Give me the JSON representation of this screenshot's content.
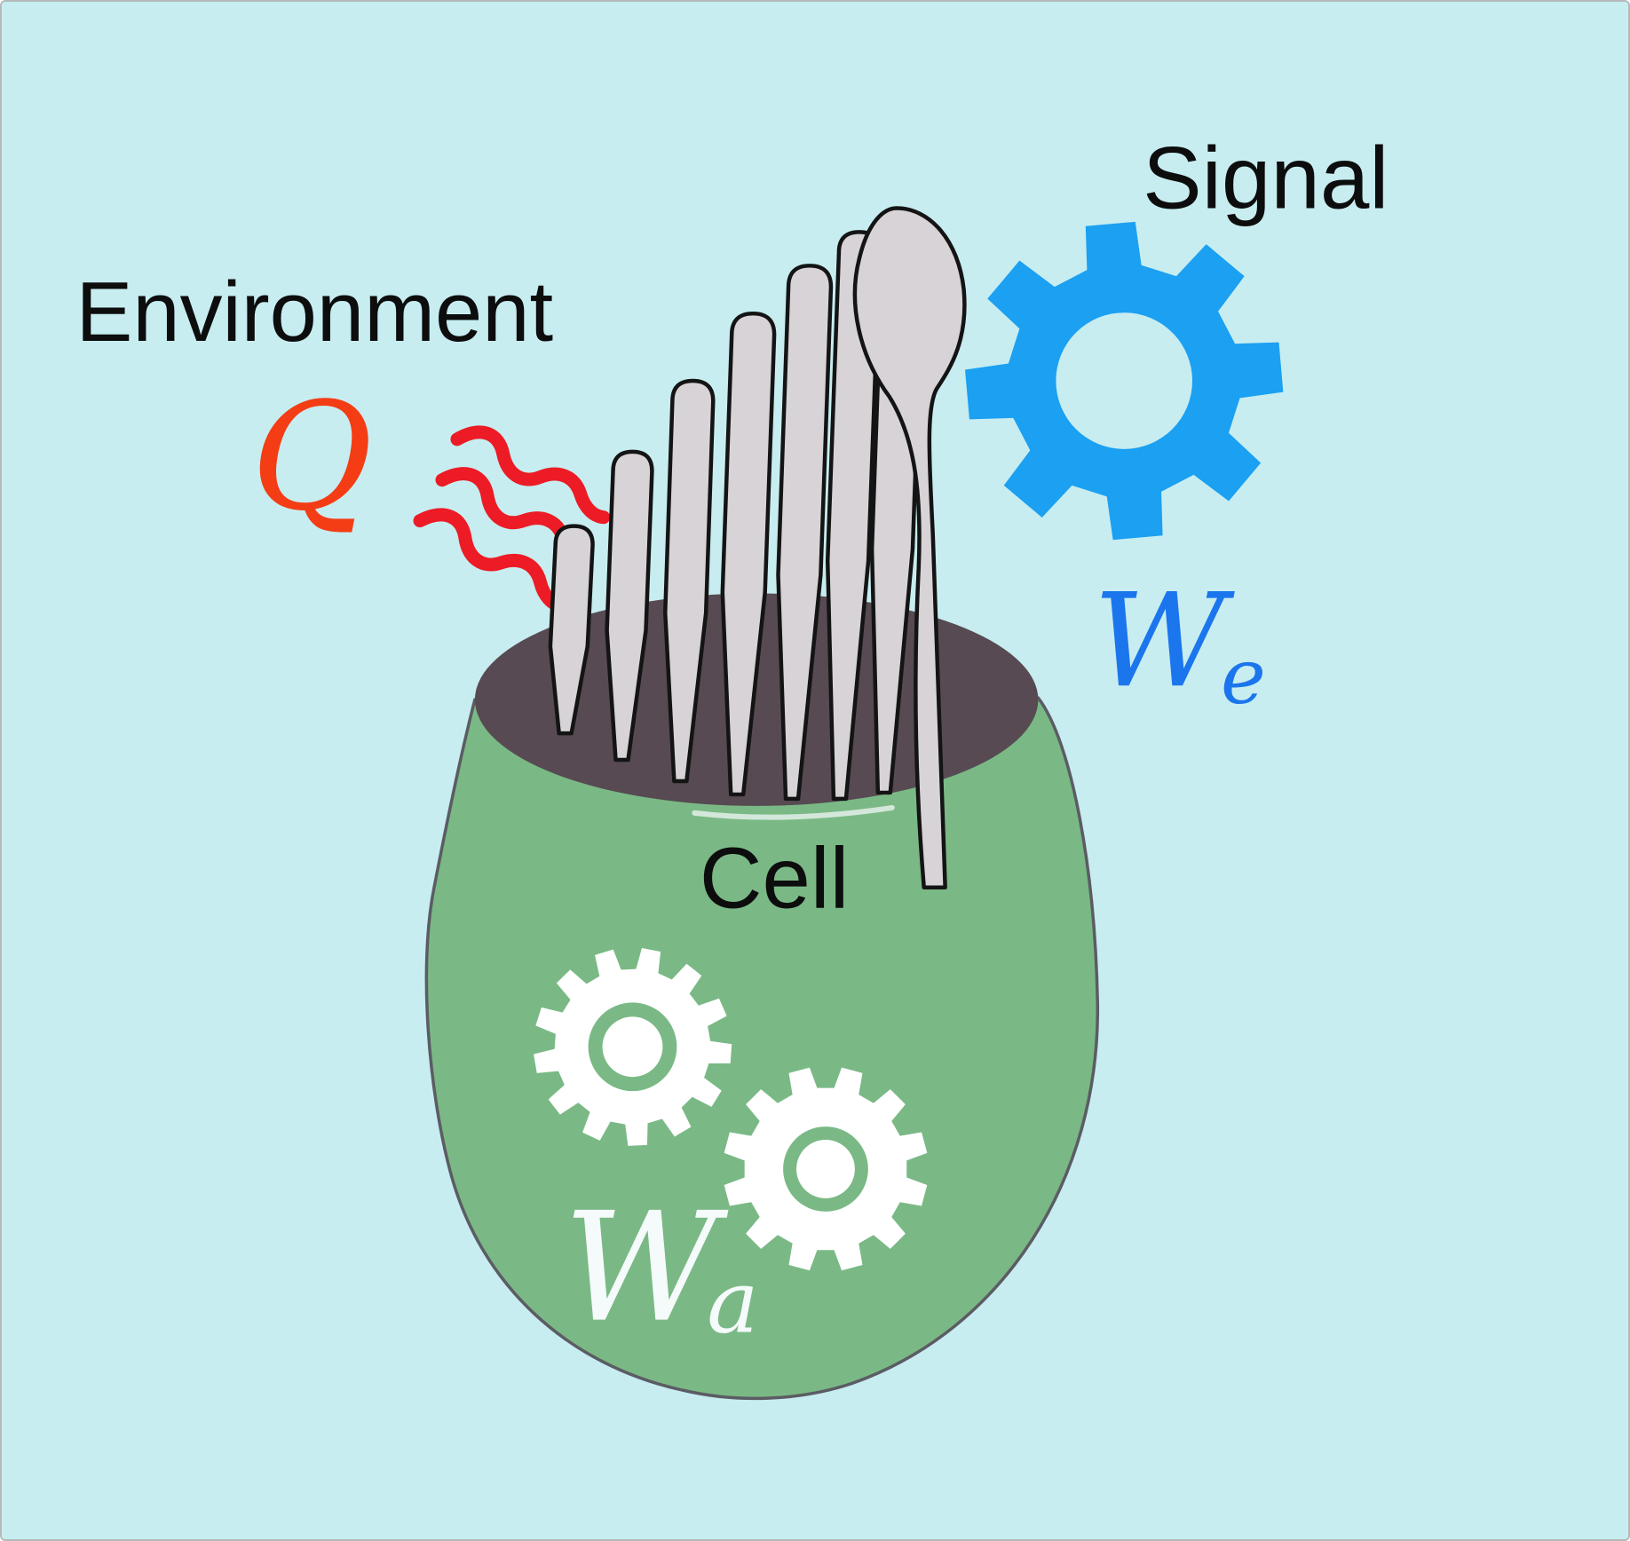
{
  "figure": {
    "environment_label": "Environment",
    "signal_label": "Signal",
    "cell_label": "Cell",
    "heat_symbol": "Q",
    "external_work": {
      "base": "W",
      "sub": "e"
    },
    "active_work": {
      "base": "W",
      "sub": "a"
    }
  },
  "colors": {
    "background": "#c7edf0",
    "border": "#b5b8ba",
    "text_black": "#0d0d0d",
    "cell_green": "#7ab985",
    "cell_outline": "#5b5c64",
    "plate_dark": "#574a52",
    "stereocilia_fill": "#d7d3d6",
    "stereocilia_outline": "#141414",
    "heat_red": "#ec1b25",
    "heat_symbol_red": "#f43d15",
    "signal_gear_blue": "#1ba0f2",
    "external_work_blue": "#1b76ed",
    "gear_white": "#ffffff",
    "active_work_white": "#f5fafa",
    "plate_highlight": "#e3efe9"
  },
  "icons": {
    "signal_gear": "gear-icon",
    "cell_gear_large": "gear-icon",
    "cell_gear_small": "gear-icon",
    "heat_waves": "wavy-lines-icon"
  }
}
